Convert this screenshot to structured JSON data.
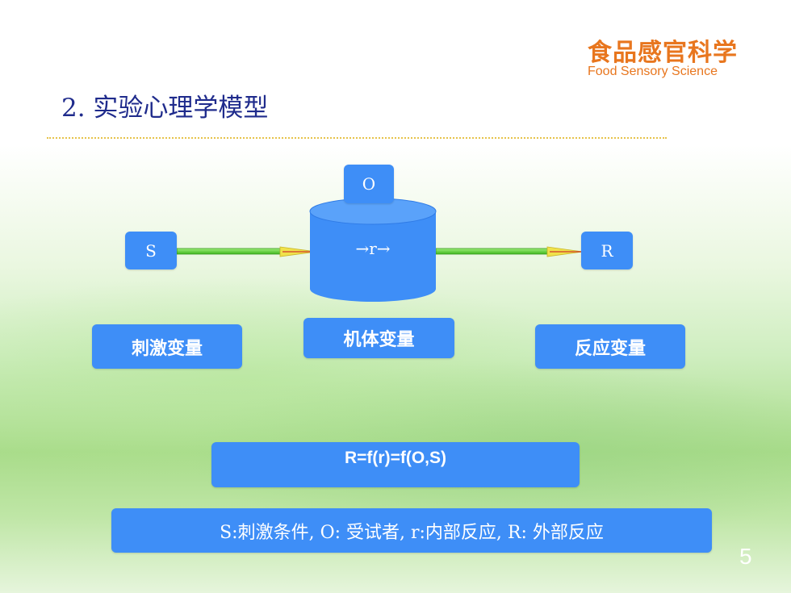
{
  "header": {
    "logo_cn": "食品感官科学",
    "logo_en": "Food Sensory Science",
    "title": "2. 实验心理学模型"
  },
  "diagram": {
    "organism_label": "O",
    "stimulus_label": "S",
    "response_label": "R",
    "cylinder_label": "→r→",
    "stimulus_variable": "刺激变量",
    "organism_variable": "机体变量",
    "response_variable": "反应变量"
  },
  "formula": "R=f(r)=f(O,S)",
  "legend": "S:刺激条件, O: 受试者, r:内部反应, R: 外部反应",
  "page_number": "5",
  "colors": {
    "box_blue": "#3e8ef7",
    "title_navy": "#1f2b8c",
    "logo_orange": "#e8761e",
    "arrow_green": "#5fd33a"
  }
}
